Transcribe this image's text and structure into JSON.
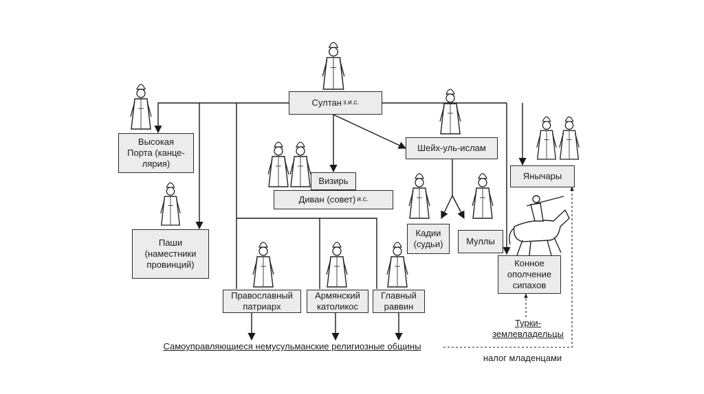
{
  "nodes": {
    "sultan": "Султан",
    "sultan_sup": "з.и.с.",
    "porta_1": "Высокая",
    "porta_2": "Порта (канце-",
    "porta_3": "лярия)",
    "pashi_1": "Паши",
    "pashi_2": "(наместники",
    "pashi_3": "провинций)",
    "vizir": "Визирь",
    "divan": "Диван (совет)",
    "divan_sup": "и.с.",
    "sheikh": "Шейх-уль-ислам",
    "yanychary": "Янычары",
    "kadii_1": "Кадии",
    "kadii_2": "(судьи)",
    "mully": "Муллы",
    "konnoe_1": "Конное",
    "konnoe_2": "ополчение",
    "konnoe_3": "сипахов",
    "orth_1": "Православный",
    "orth_2": "патриарх",
    "arm_1": "Армянский",
    "arm_2": "католикос",
    "rab_1": "Главный",
    "rab_2": "раввин",
    "turki_1": "Турки-",
    "turki_2": "землевладельцы",
    "communities": "Самоуправляющиеся немусульманские религиозные общины",
    "tax": "налог младенцами"
  }
}
